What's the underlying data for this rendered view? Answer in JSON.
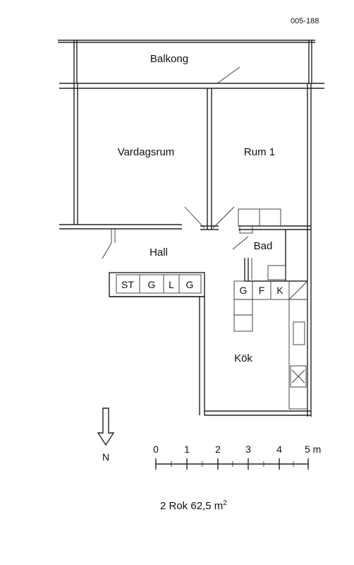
{
  "plan_code": "005-188",
  "rooms": {
    "balkong": "Balkong",
    "vardagsrum": "Vardagsrum",
    "rum1": "Rum 1",
    "hall": "Hall",
    "bad": "Bad",
    "kok": "Kök"
  },
  "hall_storage": [
    "ST",
    "G",
    "L",
    "G"
  ],
  "kitchen_units": [
    "G",
    "F",
    "K"
  ],
  "compass": {
    "label": "N"
  },
  "scale": {
    "ticks": [
      "0",
      "1",
      "2",
      "3",
      "4",
      "5 m"
    ]
  },
  "summary": {
    "text": "2 Rok 62,5 m",
    "sup": "2"
  }
}
